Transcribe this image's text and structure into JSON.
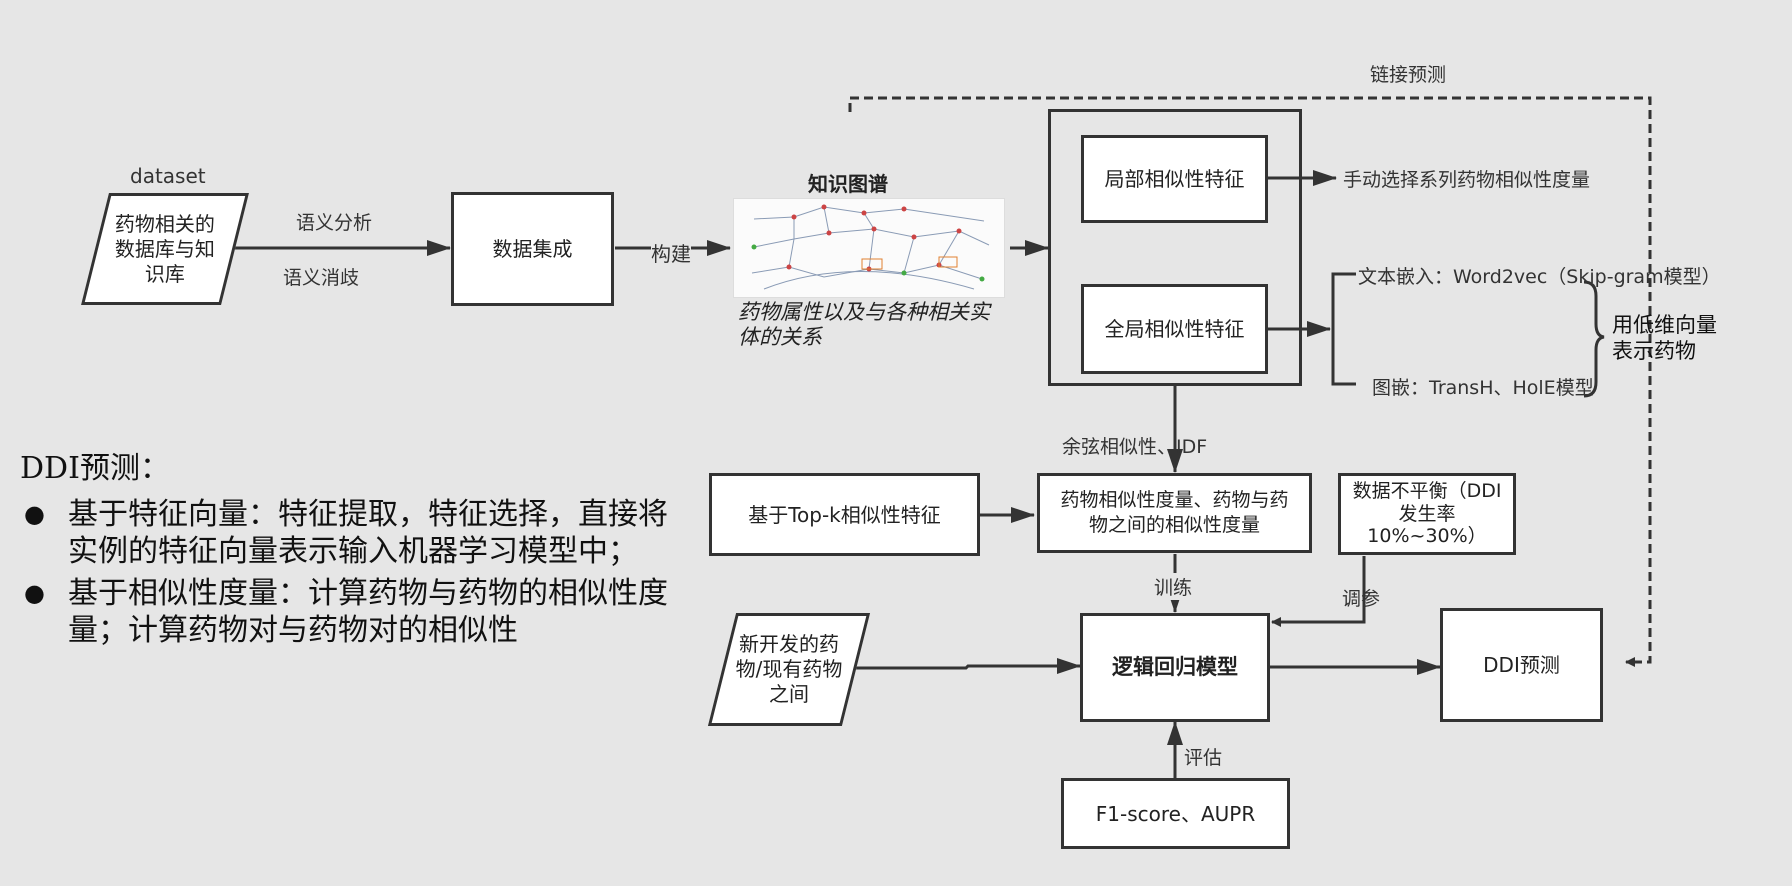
{
  "nodes": {
    "dataset_label": "dataset",
    "source_db": "药物相关的数据库与知识库",
    "semantic_analysis": "语义分析",
    "disambiguation": "语义消歧",
    "integration": "数据集成",
    "build": "构建",
    "kg_title": "知识图谱",
    "kg_caption": "药物属性以及与各种相关实体的关系",
    "local_feature": "局部相似性特征",
    "global_feature": "全局相似性特征",
    "manual_select": "手动选择系列药物相似性度量",
    "text_embed": "文本嵌入：Word2vec（Skip-gram模型）",
    "graph_embed": "图嵌：TransH、HolE模型",
    "low_dim": "用低维向量表示药物",
    "link_pred": "链接预测",
    "cosine": "余弦相似性、IDF",
    "topk": "基于Top-k相似性特征",
    "sim_measure": "药物相似性度量、药物与药物之间的相似性度量",
    "imbalance": "数据不平衡（DDI发生率10%~30%）",
    "train": "训练",
    "tune": "调参",
    "new_drugs": "新开发的药物/现有药物之间",
    "lr_model": "逻辑回归模型",
    "ddi_pred": "DDI预测",
    "evaluate": "评估",
    "metrics": "F1-score、AUPR"
  },
  "notes": {
    "heading": "DDI预测：",
    "bullets": [
      "基于特征向量：特征提取，特征选择，直接将实例的特征向量表示输入机器学习模型中；",
      "基于相似性度量：计算药物与药物的相似性度量；计算药物对与药物对的相似性"
    ]
  }
}
